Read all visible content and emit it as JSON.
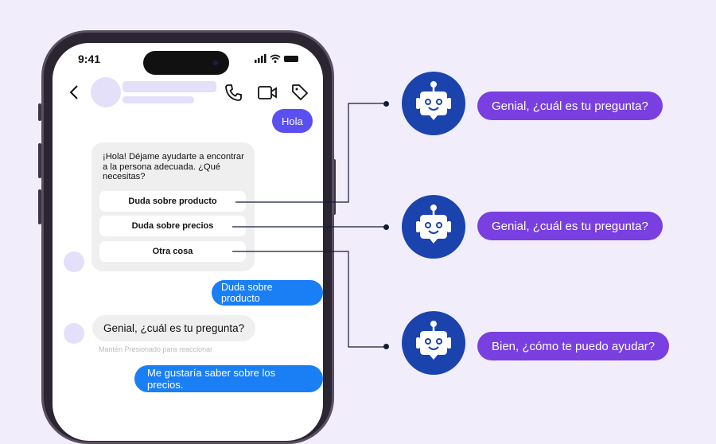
{
  "status_bar": {
    "time": "9:41"
  },
  "chat": {
    "messages": [
      {
        "from": "user",
        "text": "Hola"
      },
      {
        "from": "bot",
        "text": "¡Hola! Déjame ayudarte a encontrar a la persona adecuada. ¿Qué necesitas?",
        "options": [
          "Duda sobre producto",
          "Duda sobre precios",
          "Otra cosa"
        ]
      },
      {
        "from": "user",
        "text": "Duda sobre producto"
      },
      {
        "from": "bot",
        "text": "Genial, ¿cuál es tu pregunta?",
        "hint": "Mantén Presionado para reaccionar"
      },
      {
        "from": "user",
        "text": "Me gustaría saber sobre los precios."
      }
    ]
  },
  "flows": [
    {
      "icon": "robot-icon",
      "reply": "Genial, ¿cuál es tu pregunta?"
    },
    {
      "icon": "robot-icon",
      "reply": "Genial, ¿cuál es tu pregunta?"
    },
    {
      "icon": "robot-icon",
      "reply": "Bien, ¿cómo te puedo ayudar?"
    }
  ],
  "colors": {
    "background": "#f1edfb",
    "robot": "#1b43ad",
    "pill": "#7a3fe0",
    "user_bubble": "#1a7ef5",
    "hola_bubble": "#5a4ff0"
  }
}
